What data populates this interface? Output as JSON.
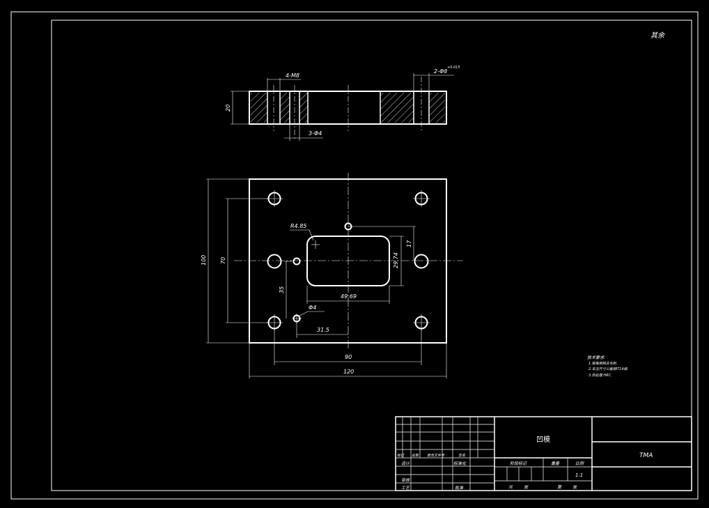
{
  "corner_note": "其余",
  "front_view": {
    "dim_4x_m8": "4-M8",
    "dim_2x_hole": "2-Φ8",
    "dim_tol_sup": "+0.015",
    "dim_3x_phi4": "3-Φ4",
    "dim_thickness": "20"
  },
  "top_view": {
    "dim_radius": "R4.85",
    "dim_slot_w": "49.69",
    "dim_slot_h": "29.74",
    "dim_slot_offset": "17",
    "dim_phi4": "Φ4",
    "dim_35": "35",
    "dim_31_5": "31.5",
    "dim_70": "70",
    "dim_100": "100",
    "dim_90": "90",
    "dim_120": "120"
  },
  "tech_notes": {
    "title": "技术要求:",
    "items": [
      "1.锐角倒钝去毛刺.",
      "2.未注尺寸公差按IT14级.",
      "3.热处理 HRC."
    ]
  },
  "title_block": {
    "part_name": "凹模",
    "drawing_code": "TMA",
    "scale_value": "1:1",
    "h_design": "设计",
    "h_review": "审核",
    "h_process": "工艺",
    "h_stage": "阶段标记",
    "h_weight": "重量",
    "h_scale": "比例",
    "h_total": "共",
    "h_sheet": "张",
    "h_of": "第",
    "h_sheet2": "张",
    "h_mark": "标记",
    "h_count": "处数",
    "h_zone": "更改文件号",
    "h_sign": "签名",
    "h_std": "标准化",
    "h_approve": "批准"
  }
}
